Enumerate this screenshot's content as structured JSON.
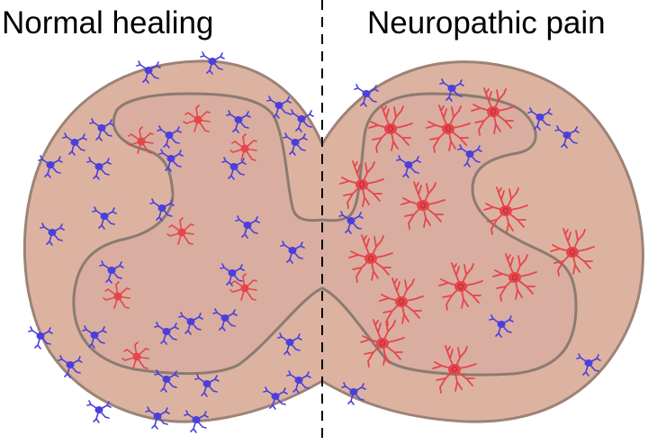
{
  "titles": {
    "left": "Normal healing",
    "right": "Neuropathic pain"
  },
  "colors": {
    "white_matter_fill": "#dcb3a0",
    "white_matter_stroke": "#9c8376",
    "grey_matter_fill": "#d9ada0",
    "grey_matter_stroke": "#8b7b72",
    "microglia": "#4b3fdc",
    "astrocyte": "#e5464c",
    "divider": "#000000"
  },
  "legend_semantics": {
    "blue_cells": "microglia",
    "red_cells": "astrocytes"
  },
  "left_half": {
    "microglia_count_approx": 34,
    "astrocyte_count_approx": 8
  },
  "right_half": {
    "microglia_count_approx": 10,
    "astrocyte_count_approx": 16
  }
}
